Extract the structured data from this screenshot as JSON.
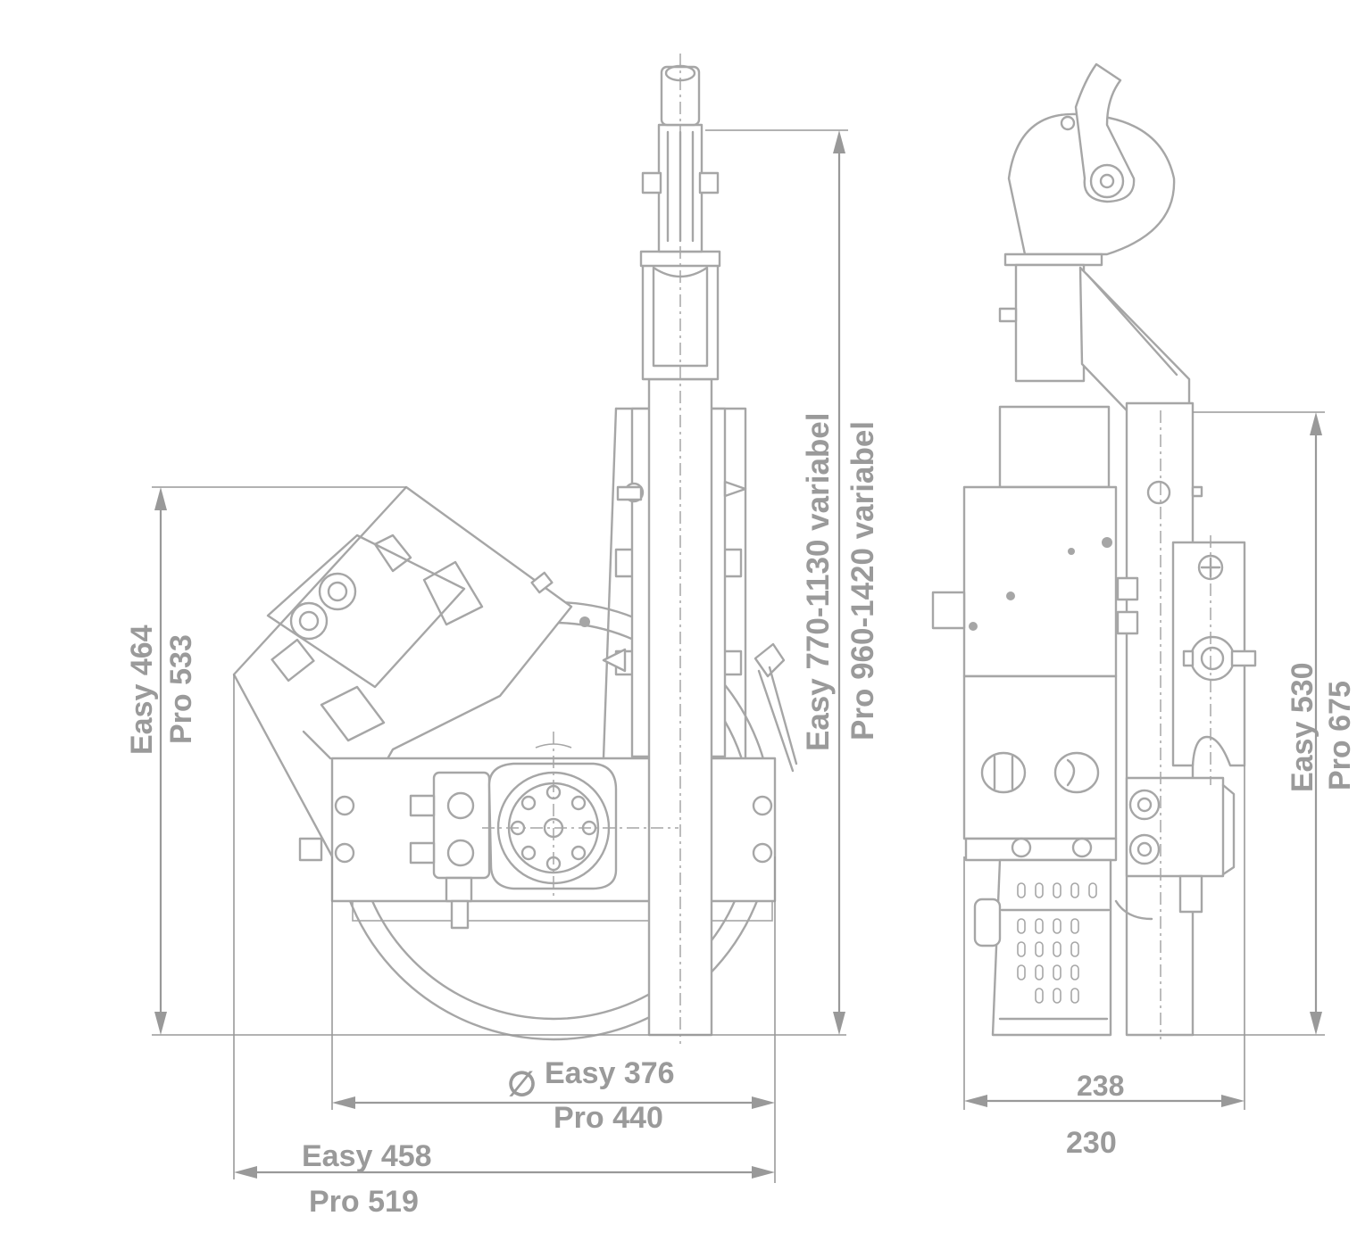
{
  "colors": {
    "line": "#a6a6a6",
    "dimension": "#999999",
    "text": "#9a9a9a",
    "background": "#ffffff"
  },
  "dimensions": {
    "height_left": {
      "easy": "Easy 464",
      "pro": "Pro 533"
    },
    "height_total": {
      "easy": "Easy 770-1130 variabel",
      "pro": "Pro 960-1420 variabel"
    },
    "diameter": {
      "symbol": "∅",
      "easy": "Easy 376",
      "pro": "Pro 440"
    },
    "width_total": {
      "easy": "Easy 458",
      "pro": "Pro 519"
    },
    "side_height": {
      "easy": "Easy 530",
      "pro": "Pro 675"
    },
    "side_width": {
      "upper": "238",
      "lower": "230"
    }
  }
}
